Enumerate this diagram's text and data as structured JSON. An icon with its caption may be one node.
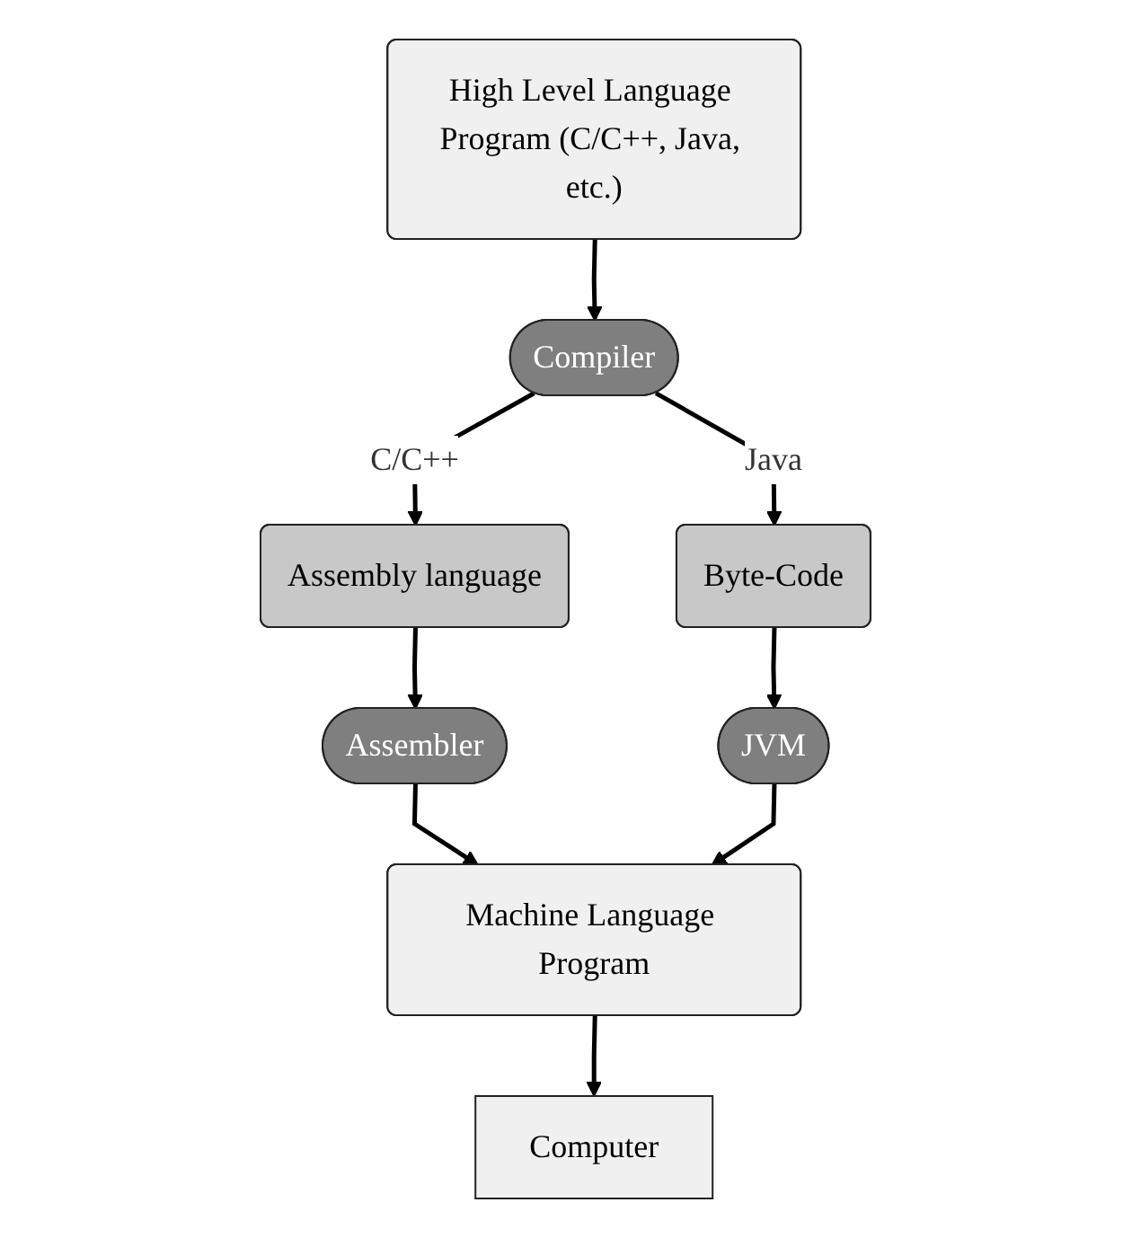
{
  "diagram": {
    "nodes": [
      {
        "text": [
          "High Level Language Program (C/C++, Java, etc.)"
        ]
      },
      {
        "text": [
          "Compiler"
        ]
      },
      {
        "text": [
          "Assembly language"
        ]
      },
      {
        "text": [
          "Byte-Code"
        ]
      },
      {
        "text": [
          "Assembler"
        ]
      },
      {
        "text": [
          "JVM"
        ]
      },
      {
        "text": [
          "Machine Language Program"
        ]
      },
      {
        "text": [
          "Computer"
        ]
      }
    ],
    "edges": [
      {
        "from": 0,
        "to": 1,
        "arrow": "to"
      },
      {
        "from": 1,
        "to": 2,
        "arrow": "to",
        "label": "C/C++"
      },
      {
        "from": 1,
        "to": 3,
        "arrow": "to",
        "label": "Java"
      },
      {
        "from": 2,
        "to": 4,
        "arrow": "to"
      },
      {
        "from": 3,
        "to": 5,
        "arrow": "to"
      },
      {
        "from": 4,
        "to": 6,
        "arrow": "to"
      },
      {
        "from": 5,
        "to": 6,
        "arrow": "to"
      },
      {
        "from": 6,
        "to": 7,
        "arrow": "to"
      }
    ]
  }
}
